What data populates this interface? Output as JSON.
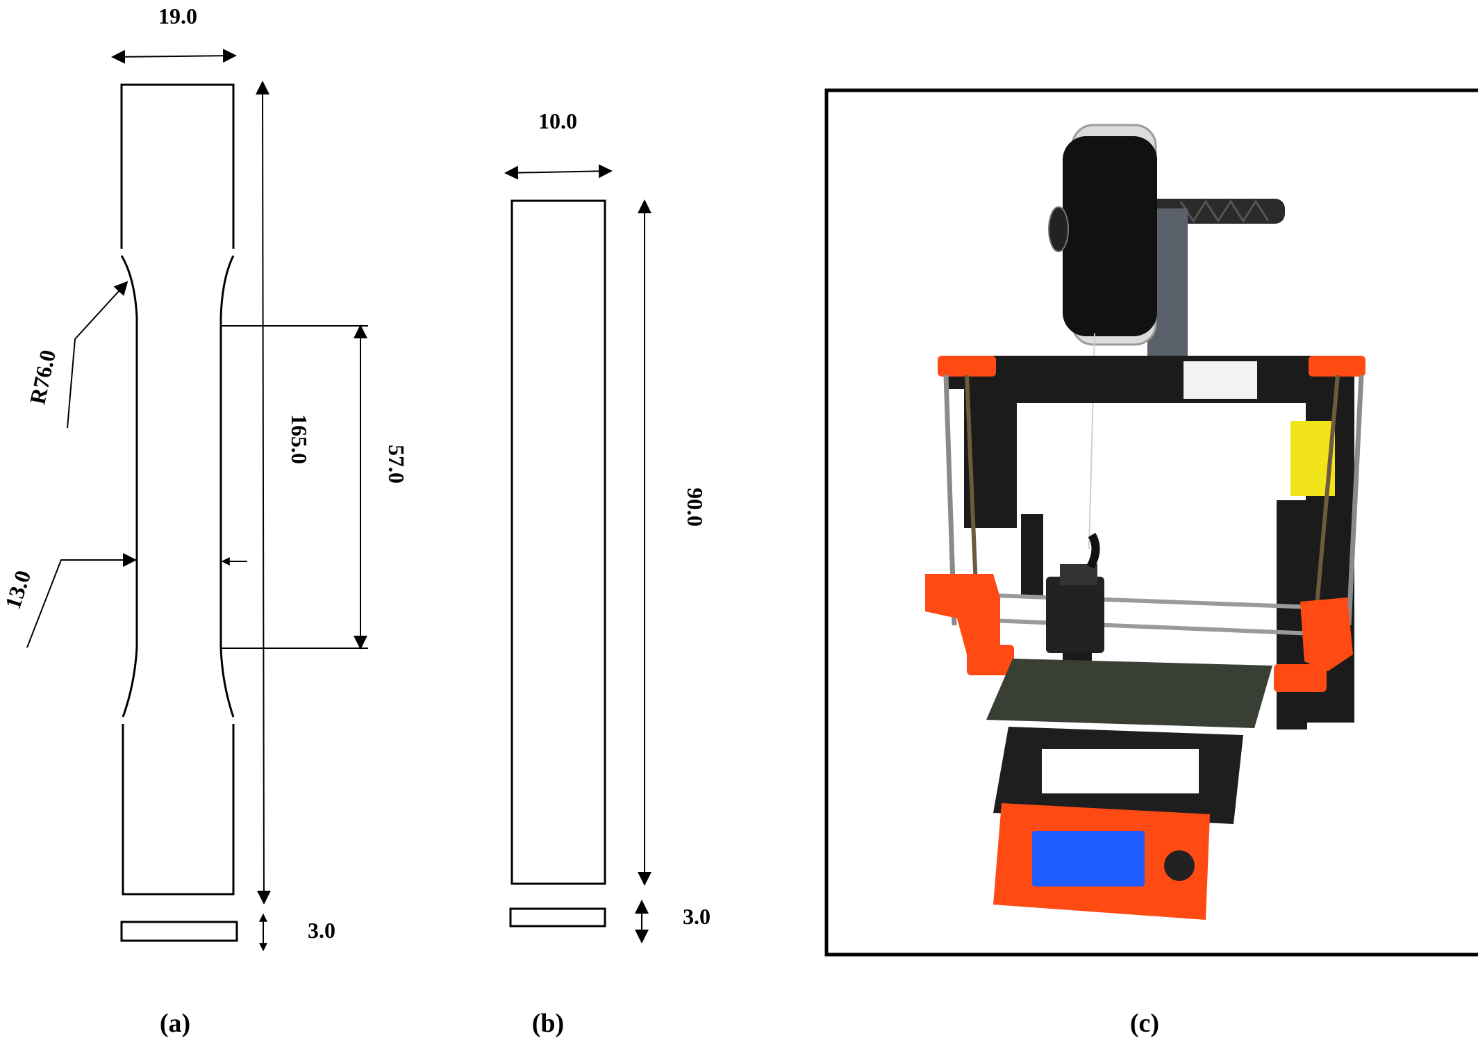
{
  "specimen_a": {
    "width_dim": "19.0",
    "radius_dim": "R76.0",
    "overall_length_dim": "165.0",
    "gauge_length_dim": "57.0",
    "narrow_width_dim": "13.0",
    "thickness_dim": "3.0",
    "caption": "(a)"
  },
  "specimen_b": {
    "width_dim": "10.0",
    "length_dim": "90.0",
    "thickness_dim": "3.0",
    "caption": "(b)"
  },
  "printer_photo": {
    "caption": "(c)",
    "colors": {
      "frame": "#1b1b1b",
      "parts": "#ff4a14",
      "lcd": "#1e5cff",
      "bed": "#3a3f36",
      "spool": "#111111"
    }
  }
}
